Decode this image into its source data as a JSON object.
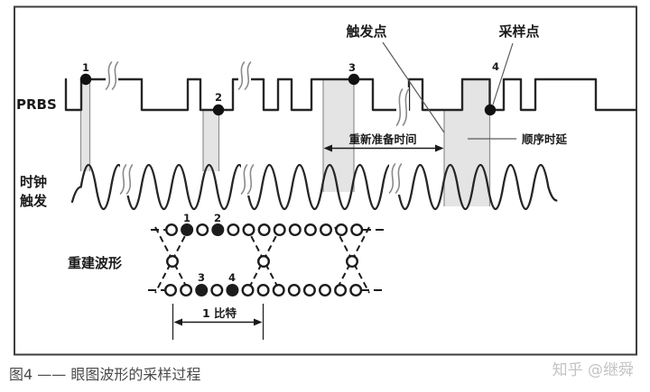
{
  "caption": "图4 —— 眼图波形的采样过程",
  "watermark": "知乎 @继舜",
  "signals": {
    "prbs_label": "PRBS",
    "clock_label_line1": "时钟",
    "clock_label_line2": "触发",
    "reconstructed_label": "重建波形"
  },
  "annotations": {
    "trigger_point": "触发点",
    "sample_point": "采样点",
    "rearm_time": "重新准备时间",
    "sequential_delay": "顺序时延",
    "one_bit": "1 比特"
  },
  "sample_points": {
    "p1": "1",
    "p2": "2",
    "p3": "3",
    "p4": "4"
  },
  "eye_points": {
    "e1": "1",
    "e2": "2",
    "e3": "3",
    "e4": "4"
  },
  "colors": {
    "line": "#262626",
    "band_fill": "#e4e4e4",
    "band_edge": "#8f8f8f",
    "caption": "#4a4a4a",
    "watermark": "#c3c3c3"
  }
}
